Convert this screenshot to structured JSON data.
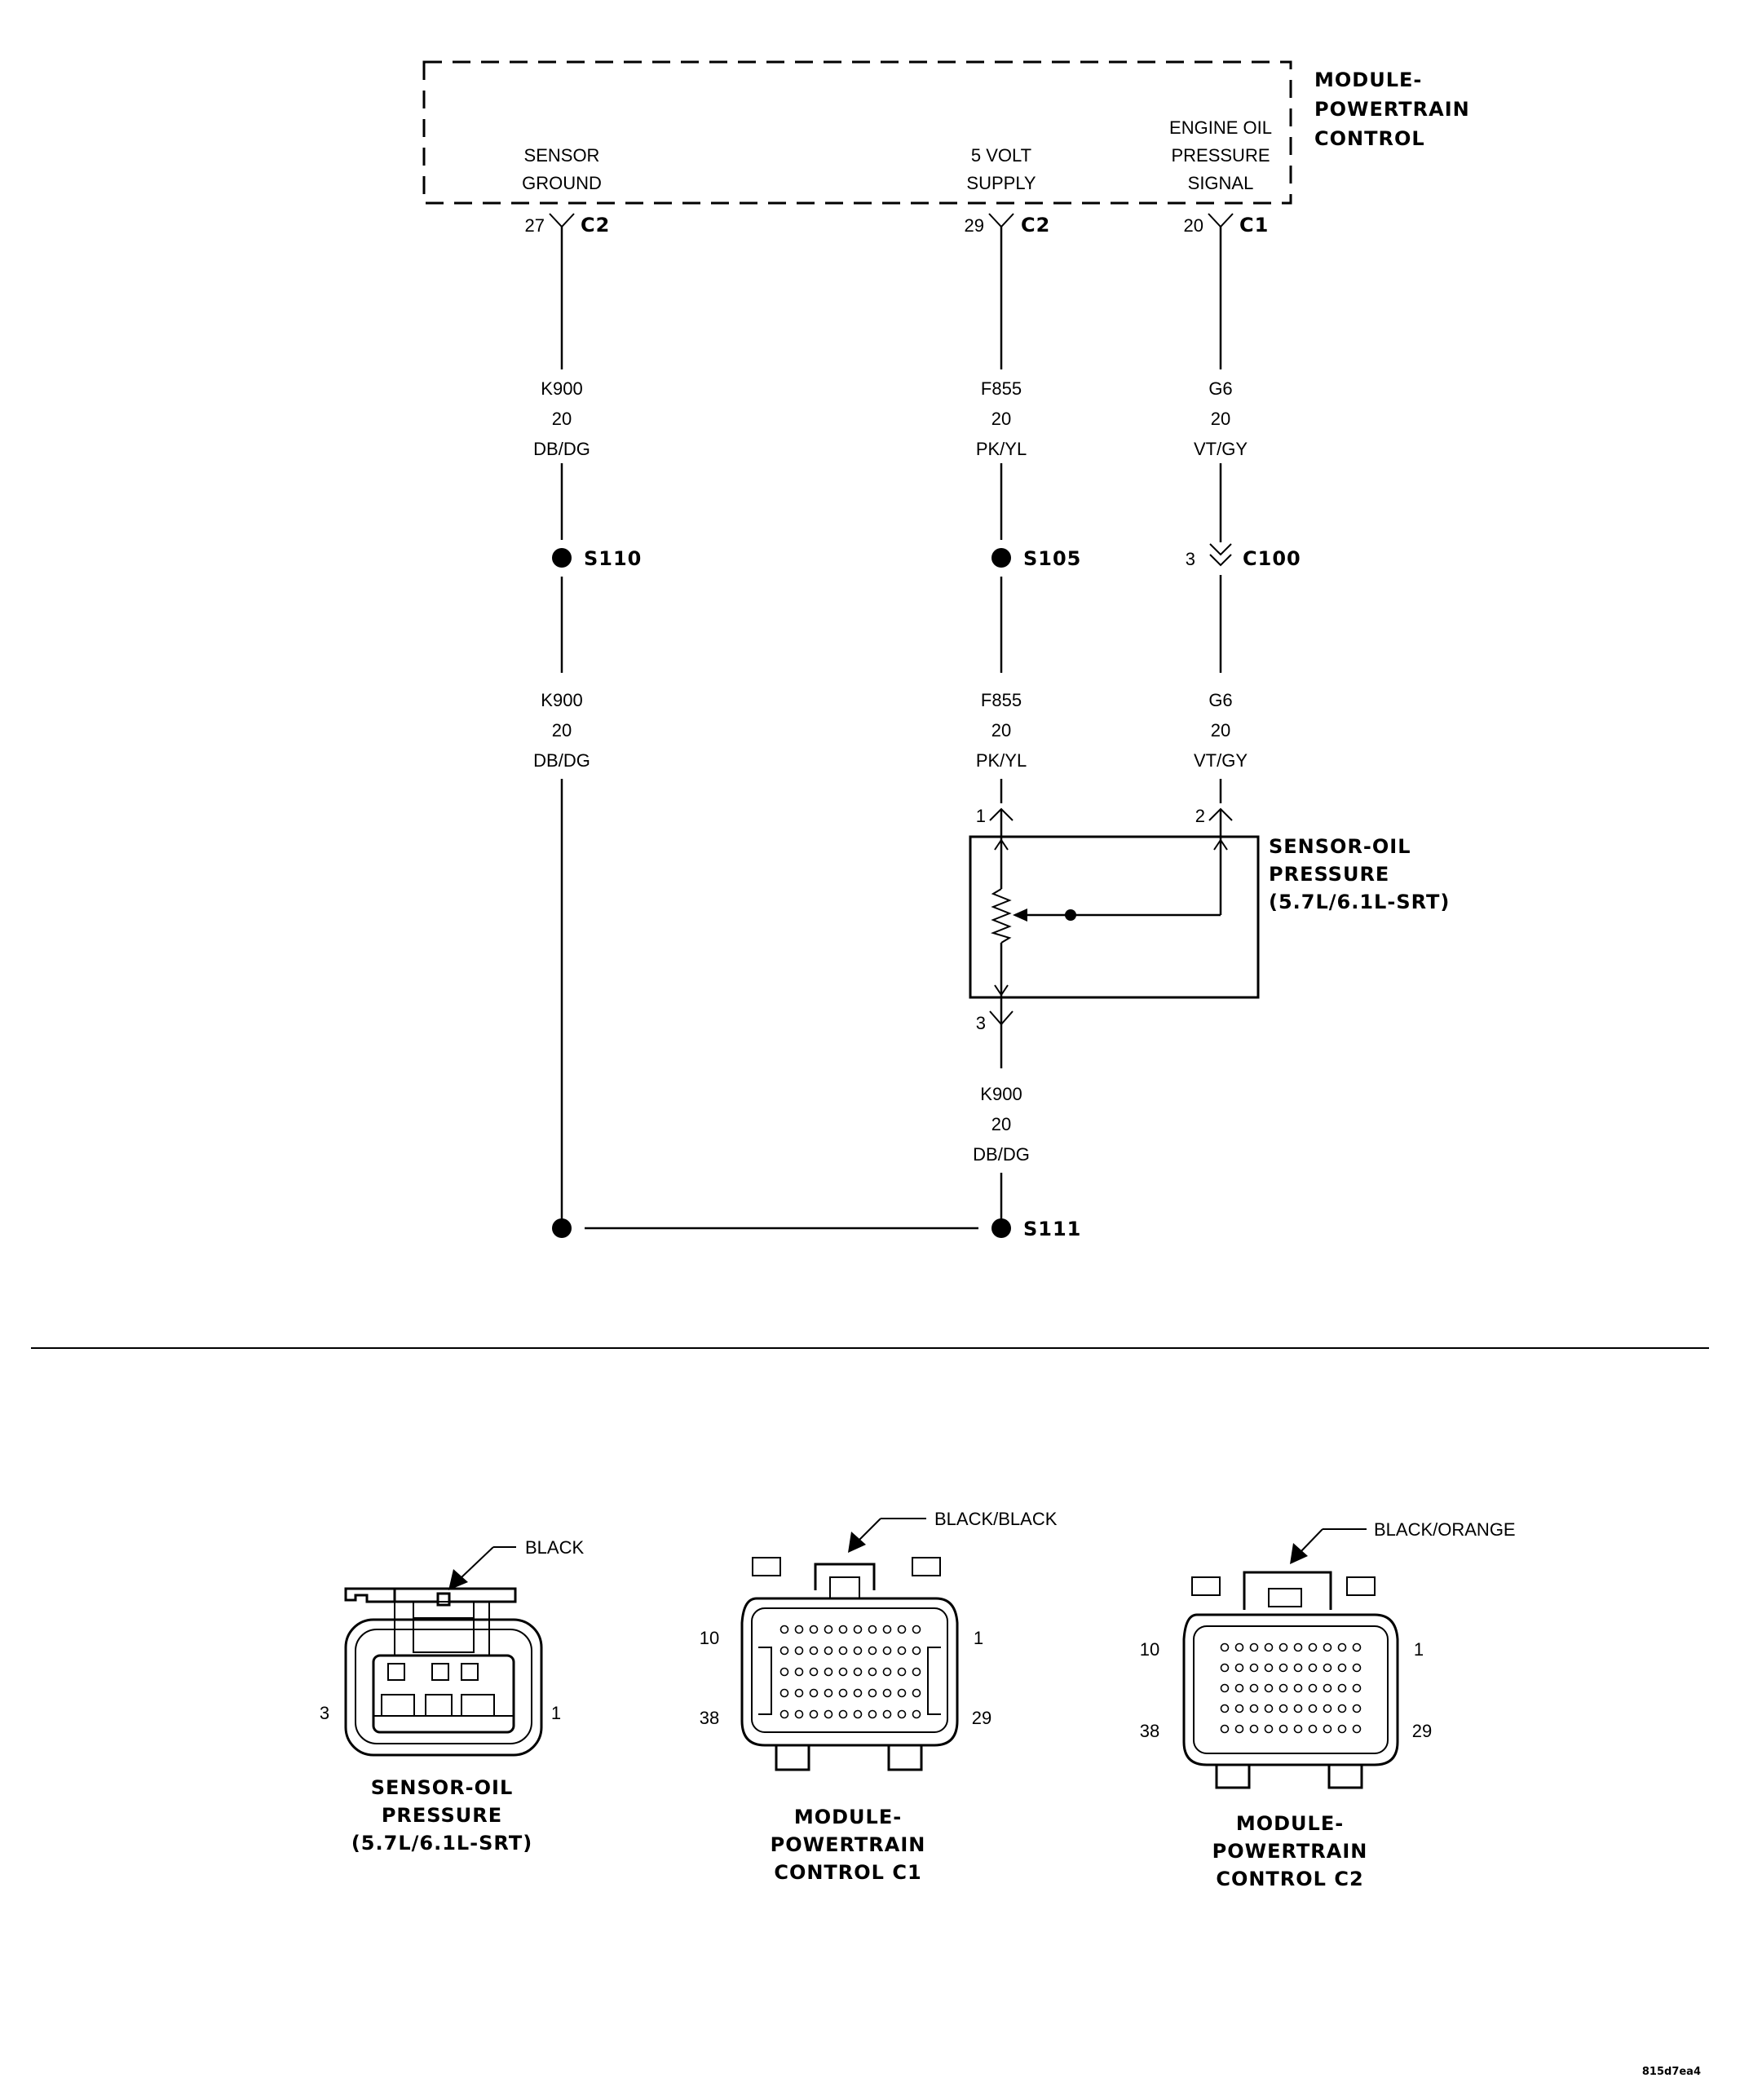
{
  "module": {
    "title_lines": [
      "MODULE-",
      "POWERTRAIN",
      "CONTROL"
    ],
    "pins": [
      {
        "lines": [
          "SENSOR",
          "GROUND"
        ],
        "pin": "27",
        "connector": "C2"
      },
      {
        "lines": [
          "5 VOLT",
          "SUPPLY"
        ],
        "pin": "29",
        "connector": "C2"
      },
      {
        "lines": [
          "ENGINE OIL",
          "PRESSURE",
          "SIGNAL"
        ],
        "pin": "20",
        "connector": "C1"
      }
    ]
  },
  "wires": {
    "ground_top": [
      "K900",
      "20",
      "DB/DG"
    ],
    "ground_mid": [
      "K900",
      "20",
      "DB/DG"
    ],
    "supply_top": [
      "F855",
      "20",
      "PK/YL"
    ],
    "supply_mid": [
      "F855",
      "20",
      "PK/YL"
    ],
    "signal_top": [
      "G6",
      "20",
      "VT/GY"
    ],
    "signal_mid": [
      "G6",
      "20",
      "VT/GY"
    ],
    "sensor_return": [
      "K900",
      "20",
      "DB/DG"
    ]
  },
  "splices": {
    "s110": "S110",
    "s105": "S105",
    "s111": "S111"
  },
  "inline_connector": {
    "pin": "3",
    "name": "C100"
  },
  "sensor": {
    "title_lines": [
      "SENSOR-OIL",
      "PRESSURE",
      "(5.7L/6.1L-SRT)"
    ],
    "pin1": "1",
    "pin2": "2",
    "pin3": "3"
  },
  "connector_views": [
    {
      "color": "BLACK",
      "pin_left": "3",
      "pin_right": "1",
      "title_lines": [
        "SENSOR-OIL",
        "PRESSURE",
        "(5.7L/6.1L-SRT)"
      ]
    },
    {
      "color": "BLACK/BLACK",
      "pins": [
        "10",
        "1",
        "38",
        "29"
      ],
      "title_lines": [
        "MODULE-",
        "POWERTRAIN",
        "CONTROL C1"
      ]
    },
    {
      "color": "BLACK/ORANGE",
      "pins": [
        "10",
        "1",
        "38",
        "29"
      ],
      "title_lines": [
        "MODULE-",
        "POWERTRAIN",
        "CONTROL C2"
      ]
    }
  ],
  "figure_id": "815d7ea4"
}
